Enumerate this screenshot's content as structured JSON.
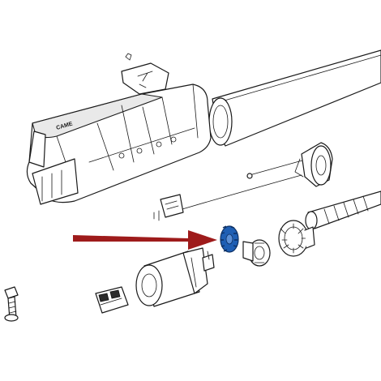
{
  "diagram": {
    "housing_logo": "CAME",
    "colors": {
      "line": "#1a1a1a",
      "highlight_gear": "#1f5fb4",
      "arrow": "#9e1b1b",
      "background": "#ffffff"
    },
    "highlighted_part": "gear",
    "parts": [
      "screw-cover",
      "motor-housing",
      "arm-tube",
      "limit-switch-assembly",
      "connector-cable",
      "gear",
      "pinion-disc",
      "worm-wheel",
      "worm-screw-shaft",
      "electric-motor",
      "terminal-block",
      "fixing-bolt"
    ]
  }
}
